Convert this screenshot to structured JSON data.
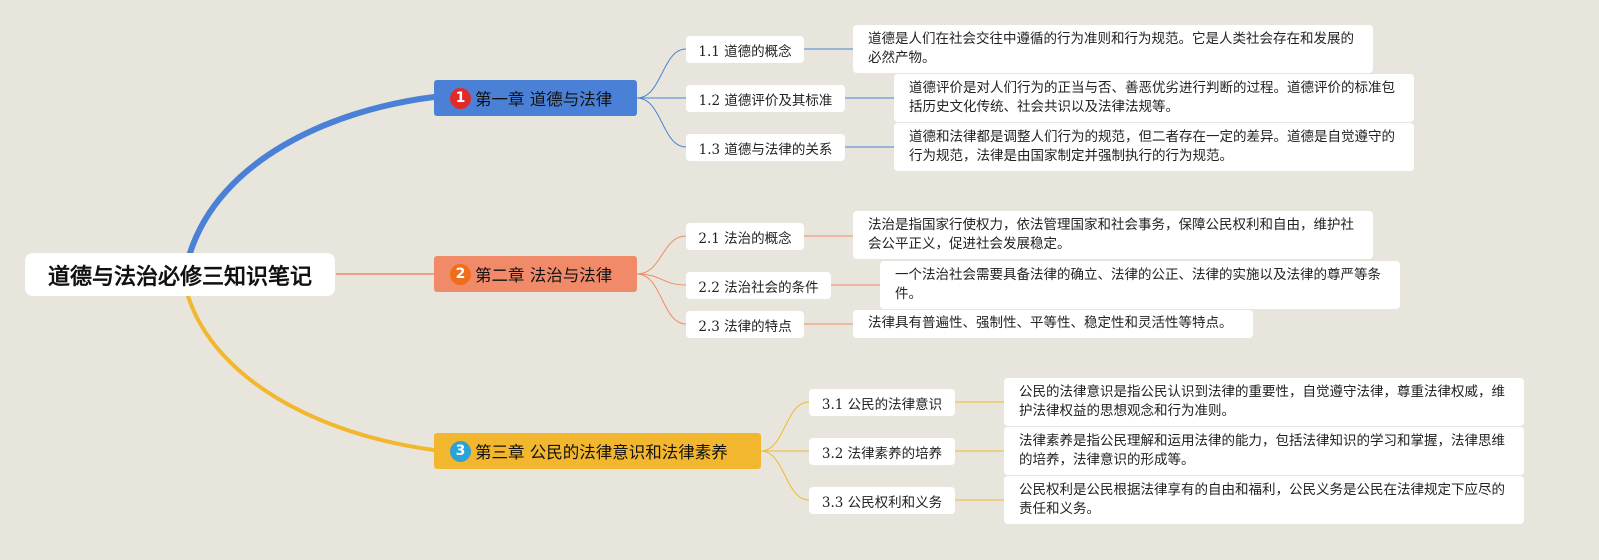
{
  "root": {
    "title": "道德与法治必修三知识笔记"
  },
  "colors": {
    "background": "#e8e6dc",
    "chapter1": "#4a81d6",
    "chapter2": "#f08a68",
    "chapter3": "#f2b72f",
    "badge1": "#e02b2b",
    "badge2": "#f06d1c",
    "badge3": "#29a3d9"
  },
  "chapters": [
    {
      "number": "1",
      "title": "第一章 道德与法律",
      "sections": [
        {
          "label": "1.1 道德的概念",
          "note": "道德是人们在社会交往中遵循的行为准则和行为规范。它是人类社会存在和发展的必然产物。"
        },
        {
          "label": "1.2 道德评价及其标准",
          "note": "道德评价是对人们行为的正当与否、善恶优劣进行判断的过程。道德评价的标准包括历史文化传统、社会共识以及法律法规等。"
        },
        {
          "label": "1.3 道德与法律的关系",
          "note": "道德和法律都是调整人们行为的规范，但二者存在一定的差异。道德是自觉遵守的行为规范，法律是由国家制定并强制执行的行为规范。"
        }
      ]
    },
    {
      "number": "2",
      "title": "第二章 法治与法律",
      "sections": [
        {
          "label": "2.1 法治的概念",
          "note": "法治是指国家行使权力，依法管理国家和社会事务，保障公民权利和自由，维护社会公平正义，促进社会发展稳定。"
        },
        {
          "label": "2.2 法治社会的条件",
          "note": "一个法治社会需要具备法律的确立、法律的公正、法律的实施以及法律的尊严等条件。"
        },
        {
          "label": "2.3 法律的特点",
          "note": "法律具有普遍性、强制性、平等性、稳定性和灵活性等特点。"
        }
      ]
    },
    {
      "number": "3",
      "title": "第三章 公民的法律意识和法律素养",
      "sections": [
        {
          "label": "3.1 公民的法律意识",
          "note": "公民的法律意识是指公民认识到法律的重要性，自觉遵守法律，尊重法律权威，维护法律权益的思想观念和行为准则。"
        },
        {
          "label": "3.2 法律素养的培养",
          "note": "法律素养是指公民理解和运用法律的能力，包括法律知识的学习和掌握，法律思维的培养，法律意识的形成等。"
        },
        {
          "label": "3.3 公民权利和义务",
          "note": "公民权利是公民根据法律享有的自由和福利，公民义务是公民在法律规定下应尽的责任和义务。"
        }
      ]
    }
  ]
}
